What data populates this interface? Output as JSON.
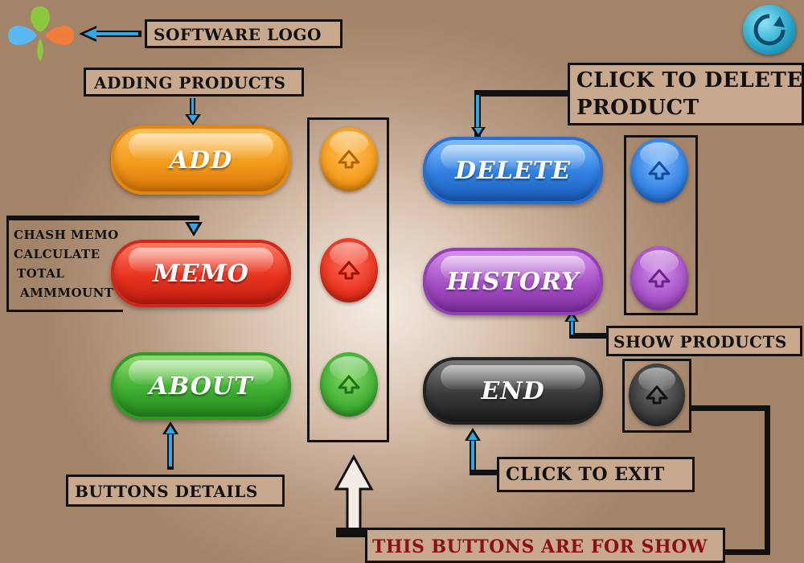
{
  "labels": {
    "software_logo": "SOFTWARE LOGO",
    "adding_products": "ADDING PRODUCTS",
    "click_to_delete_line1": "CLICK TO DELETE",
    "click_to_delete_line2": "PRODUCT",
    "memo_note": [
      "CHASH MEMO",
      "CALCULATE",
      "TOTAL",
      "AMMMOUNT"
    ],
    "show_products": "SHOW PRODUCTS",
    "buttons_details": "BUTTONS DETAILS",
    "click_to_exit": "CLICK TO EXIT",
    "show_buttons_note": "THIS BUTTONS ARE FOR SHOW"
  },
  "buttons": {
    "add": "ADD",
    "memo": "MEMO",
    "about": "ABOUT",
    "delete": "DELETE",
    "history": "HISTORY",
    "end": "END"
  },
  "colors": {
    "add": "#f39a1a",
    "memo": "#e8321f",
    "about": "#3fae32",
    "delete": "#2f7fe0",
    "history": "#a44fc4",
    "end": "#3a3a3a",
    "note_text": "#8b0f16"
  },
  "icons": {
    "logo": "flower-logo-icon",
    "refresh": "refresh-icon",
    "up": "up-arrow-icon"
  }
}
